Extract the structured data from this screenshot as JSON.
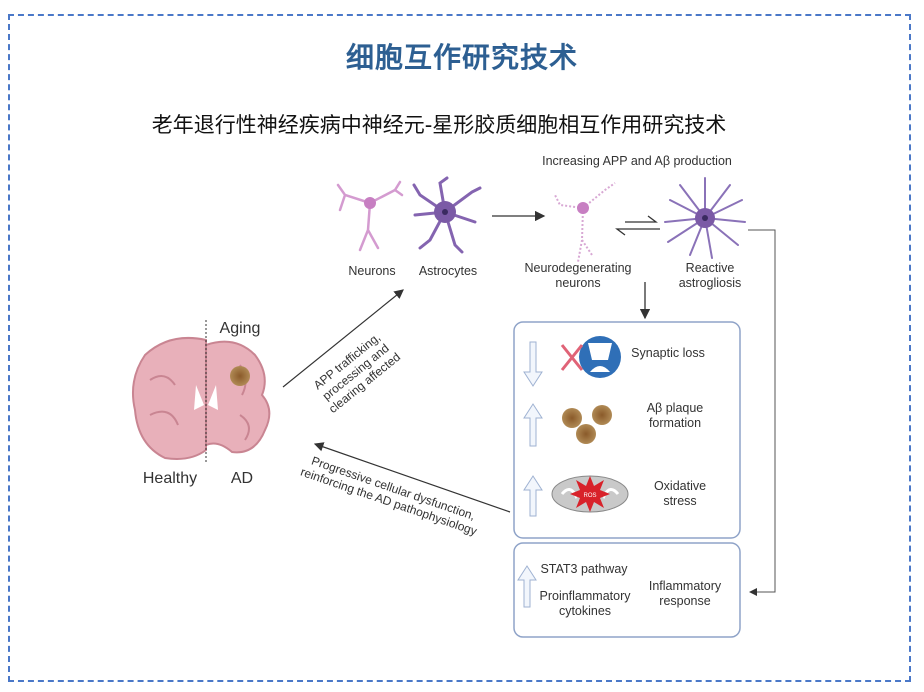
{
  "slide": {
    "title": "细胞互作研究技术",
    "subtitle": "老年退行性神经疾病中神经元-星形胶质细胞相互作用研究技术"
  },
  "diagram": {
    "top_caption": "Increasing APP and Aβ production",
    "cells": {
      "neurons": "Neurons",
      "astrocytes": "Astrocytes",
      "neurodegenerating_1": "Neurodegenerating",
      "neurodegenerating_2": "neurons",
      "reactive_1": "Reactive",
      "reactive_2": "astrogliosis"
    },
    "brain": {
      "aging": "Aging",
      "healthy": "Healthy",
      "ad": "AD"
    },
    "arrow_up_text": [
      "APP trafficking,",
      "processing and",
      "clearing  affected"
    ],
    "arrow_back_text": [
      "Progressive cellular dysfunction,",
      "reinforcing the AD pathophysiology"
    ],
    "effects": [
      {
        "direction": "down",
        "label_1": "Synaptic loss",
        "label_2": ""
      },
      {
        "direction": "up",
        "label_1": "Aβ plaque",
        "label_2": "formation"
      },
      {
        "direction": "up",
        "label_1": "Oxidative",
        "label_2": "stress",
        "badge": "ROS"
      }
    ],
    "inflammation": {
      "direction": "up",
      "item_1": "STAT3 pathway",
      "item_2a": "Proinflammatory",
      "item_2b": "cytokines",
      "label_1": "Inflammatory",
      "label_2": "response"
    },
    "colors": {
      "frame": "#4a78c8",
      "title": "#2d5f92",
      "box_border": "#8fa3c8",
      "neuron": "#c98bc4",
      "astrocyte": "#7b5aa6",
      "brain": "#e3a7b2"
    }
  }
}
